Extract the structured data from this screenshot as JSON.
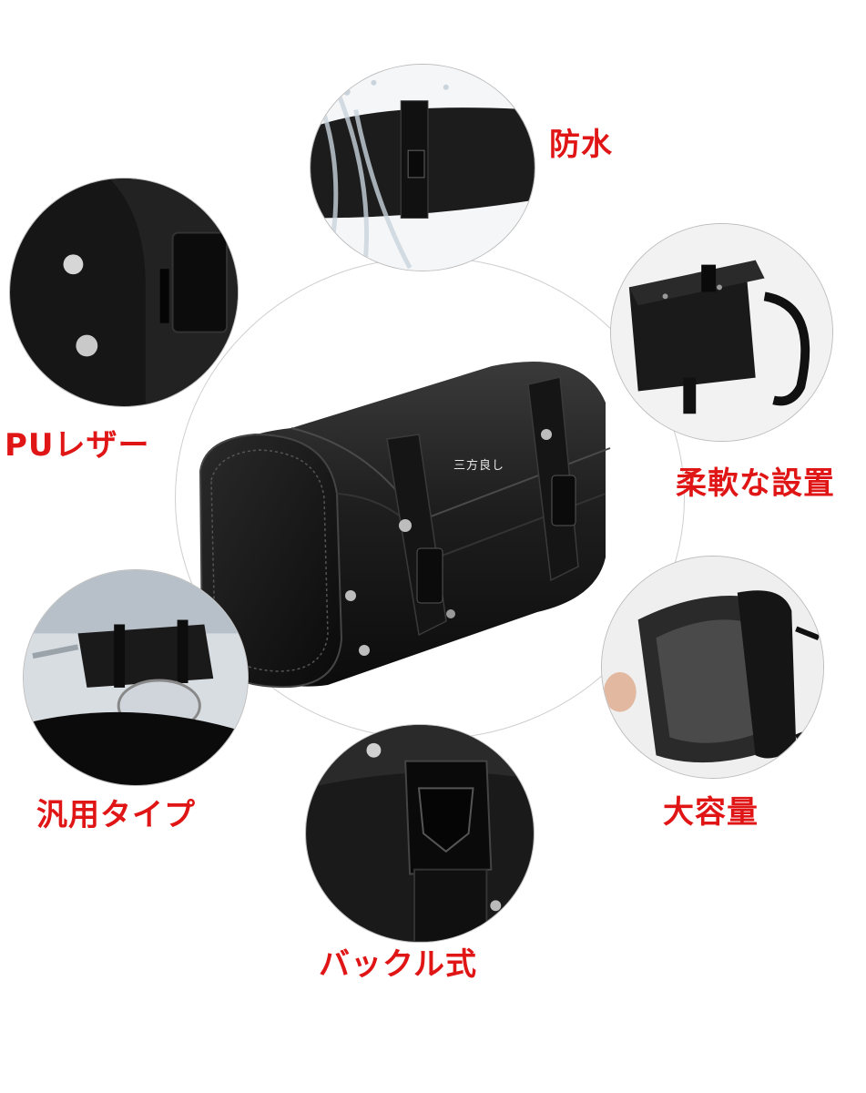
{
  "features": {
    "waterproof": "防水",
    "pu_leather": "PUレザー",
    "flexible_install": "柔軟な設置",
    "universal_type": "汎用タイプ",
    "large_capacity": "大容量",
    "buckle_type": "バックル式"
  },
  "product": {
    "brand_mark": "三方良し"
  },
  "colors": {
    "label": "#e01515",
    "leather": "#1a1a1a"
  }
}
